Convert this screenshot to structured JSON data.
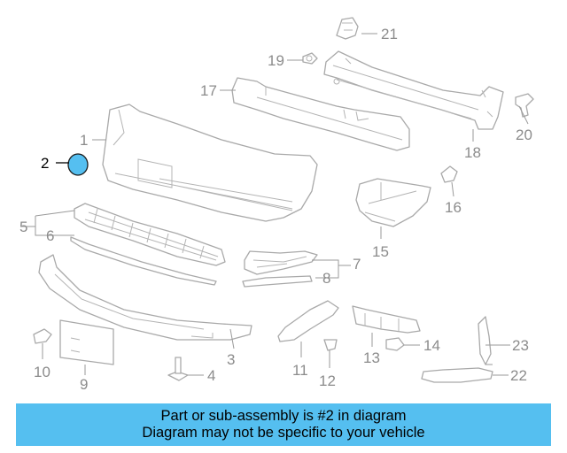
{
  "callouts": {
    "c1": "1",
    "c2": "2",
    "c3": "3",
    "c4": "4",
    "c5": "5",
    "c6": "6",
    "c7": "7",
    "c8": "8",
    "c9": "9",
    "c10": "10",
    "c11": "11",
    "c12": "12",
    "c13": "13",
    "c14": "14",
    "c15": "15",
    "c16": "16",
    "c17": "17",
    "c18": "18",
    "c19": "19",
    "c20": "20",
    "c21": "21",
    "c22": "22",
    "c23": "23"
  },
  "highlighted_part": "2",
  "banner": {
    "line1": "Part or sub-assembly is #2 in diagram",
    "line2": "Diagram may not be specific to your vehicle"
  },
  "colors": {
    "banner_bg": "#55bff0",
    "highlight_part_fill": "#55bff0",
    "line_art": "#a9a9a9"
  }
}
